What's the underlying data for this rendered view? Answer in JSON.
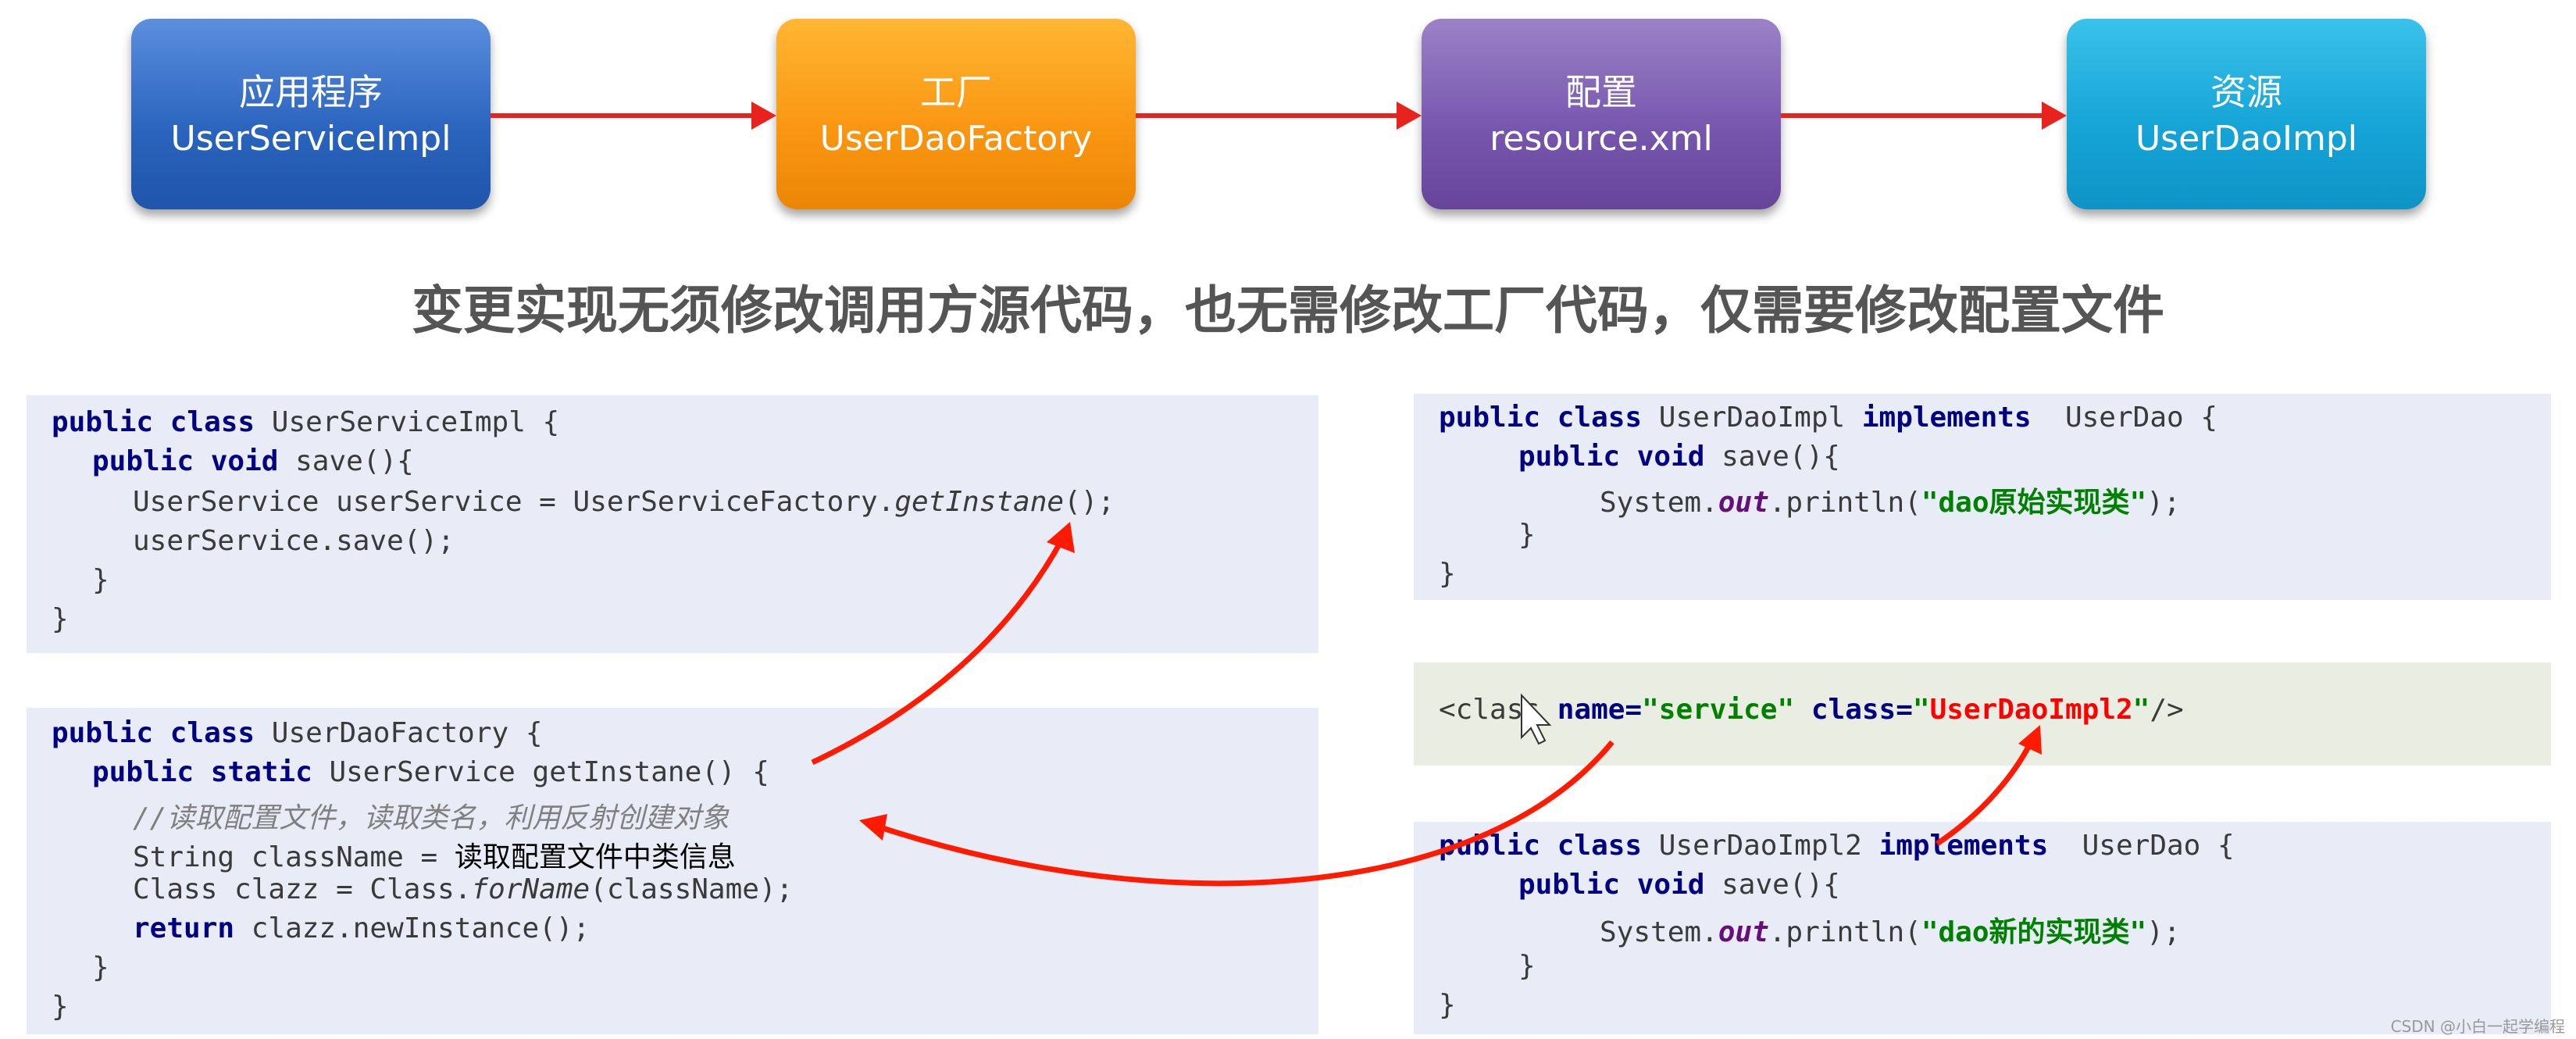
{
  "flow": {
    "app": {
      "title": "应用程序",
      "subtitle": "UserServiceImpl"
    },
    "factory": {
      "title": "工厂",
      "subtitle": "UserDaoFactory"
    },
    "config": {
      "title": "配置",
      "subtitle": "resource.xml"
    },
    "resource": {
      "title": "资源",
      "subtitle": "UserDaoImpl"
    }
  },
  "headline": "变更实现无须修改调用方源代码，也无需修改工厂代码，仅需要修改配置文件",
  "service_code": {
    "l1_kw": "public class ",
    "l1_rest": "UserServiceImpl {",
    "l2_kw": "public void ",
    "l2_rest": "save(){",
    "l3_a": "UserService userService = UserServiceFactory.",
    "l3_it": "getInstane",
    "l3_b": "();",
    "l4": "userService.save();",
    "l5": "}",
    "l6": "}"
  },
  "factory_code": {
    "l1_kw": "public class ",
    "l1_rest": "UserDaoFactory {",
    "l2_kw": "public static ",
    "l2_rest": "UserService getInstane() {",
    "l3_cmt": "//读取配置文件，读取类名，利用反射创建对象",
    "l4_a": "String className = ",
    "l4_cn": "读取配置文件中类信息",
    "l5_a": "Class clazz = Class.",
    "l5_it": "forName",
    "l5_b": "(className);",
    "l6_kw": "return ",
    "l6_rest": "clazz.newInstance();",
    "l7": "}",
    "l8": "}"
  },
  "impl_code": {
    "l1_kw": "public class ",
    "l1_mid": "UserDaoImpl ",
    "l1_kw2": "implements ",
    "l1_rest": " UserDao {",
    "l2_kw": "public void ",
    "l2_rest": "save(){",
    "l3_a": "System.",
    "l3_fld": "out",
    "l3_b": ".println(",
    "l3_str": "\"dao原始实现类\"",
    "l3_c": ");",
    "l4": "}",
    "l5": "}"
  },
  "xml_code": {
    "a": "<class ",
    "name_attr": "name=",
    "name_val": "\"service\"",
    "class_attr": " class=",
    "q1": "\"",
    "class_val": "UserDaoImpl2",
    "q2": "\"",
    "end": "/>"
  },
  "impl2_code": {
    "l1_kw": "public class ",
    "l1_mid": "UserDaoImpl2 ",
    "l1_kw2": "implements ",
    "l1_rest": " UserDao {",
    "l2_kw": "public void ",
    "l2_rest": "save(){",
    "l3_a": "System.",
    "l3_fld": "out",
    "l3_b": ".println(",
    "l3_str": "\"dao新的实现类\"",
    "l3_c": ");",
    "l4": "}",
    "l5": "}"
  },
  "watermark": "CSDN @小白一起学编程",
  "colors": {
    "arrow": "#ff0000",
    "app": "#2a63bd",
    "factory": "#f99510",
    "config": "#7655ad",
    "resource": "#14a3d6"
  }
}
